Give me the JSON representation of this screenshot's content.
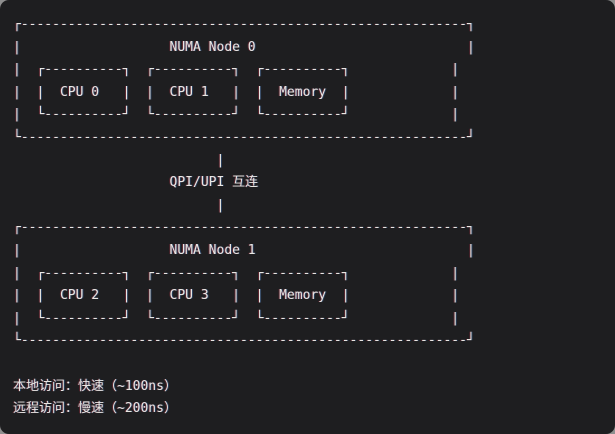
{
  "terminal": {
    "background": "#1e1e20",
    "page_background": "#8f8f8f",
    "text_color": "#e9e7e3",
    "fringe_left": "rgba(255,60,90,0.28)",
    "fringe_right": "rgba(70,150,255,0.28)"
  },
  "diagram": {
    "nodes": [
      {
        "title": "NUMA Node 0",
        "components": [
          "CPU 0",
          "CPU 1",
          "Memory"
        ]
      },
      {
        "title": "NUMA Node 1",
        "components": [
          "CPU 2",
          "CPU 3",
          "Memory"
        ]
      }
    ],
    "interconnect_label": "QPI/UPI 互连",
    "notes": [
      "本地访问：快速（~100ns）",
      "远程访问：慢速（~200ns）"
    ],
    "ascii_lines": [
      "┌---------------------------------------------------------┐",
      "|                   NUMA Node 0                           |",
      "|  ┌----------┐  ┌----------┐  ┌----------┐             |",
      "|  |  CPU 0   |  |  CPU 1   |  |  Memory  |             |",
      "|  └----------┘  └----------┘  └----------┘             |",
      "└---------------------------------------------------------┘",
      "                          |",
      "                    QPI/UPI 互连",
      "                          |",
      "┌---------------------------------------------------------┐",
      "|                   NUMA Node 1                           |",
      "|  ┌----------┐  ┌----------┐  ┌----------┐             |",
      "|  |  CPU 2   |  |  CPU 3   |  |  Memory  |             |",
      "|  └----------┘  └----------┘  └----------┘             |",
      "└---------------------------------------------------------┘",
      "",
      "本地访问：快速（~100ns）",
      "远程访问：慢速（~200ns）"
    ]
  }
}
